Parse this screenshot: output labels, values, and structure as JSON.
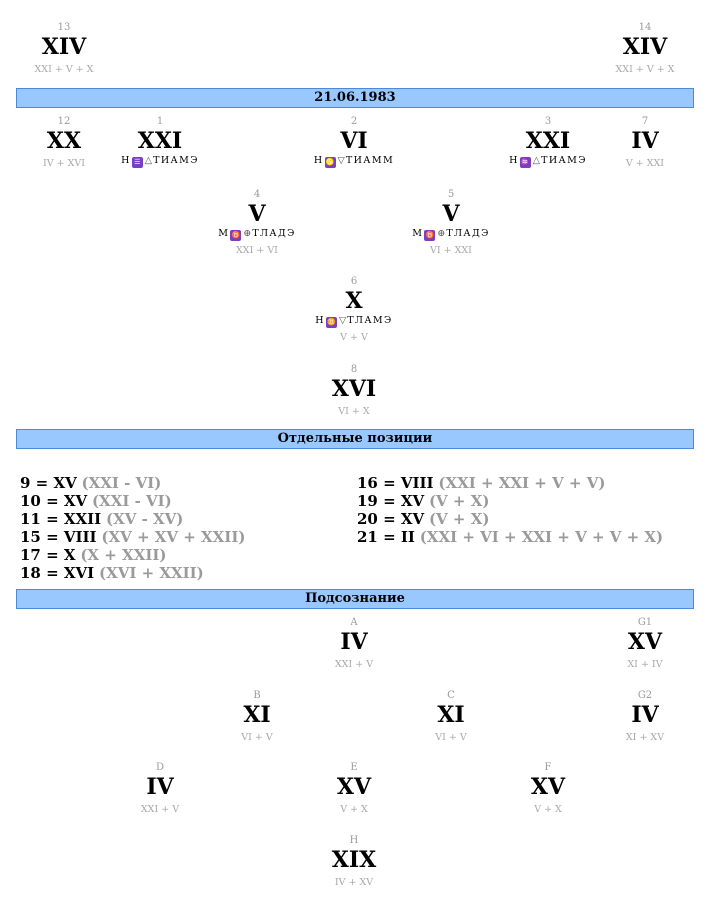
{
  "top": [
    {
      "id": "c13",
      "num": "13",
      "val": "XIV",
      "sub": "XXI + V + X"
    },
    {
      "id": "c14",
      "num": "14",
      "val": "XIV",
      "sub": "XXI + V + X"
    }
  ],
  "sections": {
    "date": "21.06.1983",
    "separate": "Отдельные позиции",
    "subconscious": "Подсознание"
  },
  "matrix": [
    {
      "id": "c12",
      "num": "12",
      "val": "XX",
      "sub": "IV + XVI"
    },
    {
      "id": "c1",
      "num": "1",
      "val": "XXI",
      "code": {
        "a": "Н",
        "g": "☰",
        "s": "△",
        "b": "ТИАМЭ"
      }
    },
    {
      "id": "c2",
      "num": "2",
      "val": "VI",
      "code": {
        "a": "Н",
        "g": "♋",
        "s": "▽",
        "b": "ТИАММ"
      }
    },
    {
      "id": "c3",
      "num": "3",
      "val": "XXI",
      "code": {
        "a": "Н",
        "g": "♒",
        "s": "△",
        "b": "ТИАМЭ"
      }
    },
    {
      "id": "c7",
      "num": "7",
      "val": "IV",
      "sub": "V + XXI"
    },
    {
      "id": "c4",
      "num": "4",
      "val": "V",
      "code": {
        "a": "М",
        "g": "♉",
        "s": "⊕",
        "b": "ТЛАДЭ"
      },
      "sub": "XXI + VI"
    },
    {
      "id": "c5",
      "num": "5",
      "val": "V",
      "code": {
        "a": "М",
        "g": "♉",
        "s": "⊕",
        "b": "ТЛАДЭ"
      },
      "sub": "VI + XXI"
    },
    {
      "id": "c6",
      "num": "6",
      "val": "X",
      "code": {
        "a": "Н",
        "g": "♊",
        "s": "▽",
        "b": "ТЛАМЭ"
      },
      "sub": "V + V"
    },
    {
      "id": "c8",
      "num": "8",
      "val": "XVI",
      "sub": "VI + X"
    }
  ],
  "positions_left": [
    {
      "label": "9 = XV",
      "expr": "(XXI - VI)"
    },
    {
      "label": "10 = XV",
      "expr": "(XXI - VI)"
    },
    {
      "label": "11 = XXII",
      "expr": "(XV - XV)"
    },
    {
      "label": "15 = VIII",
      "expr": "(XV + XV + XXII)"
    },
    {
      "label": "17 = X",
      "expr": "(X + XXII)"
    },
    {
      "label": "18 = XVI",
      "expr": "(XVI + XXII)"
    }
  ],
  "positions_right": [
    {
      "label": "16 = VIII",
      "expr": "(XXI + XXI + V + V)"
    },
    {
      "label": "19 = XV",
      "expr": "(V + X)"
    },
    {
      "label": "20 = XV",
      "expr": "(V + X)"
    },
    {
      "label": "21 = II",
      "expr": "(XXI + VI + XXI + V + V + X)"
    }
  ],
  "subconscious": [
    {
      "id": "cA",
      "num": "A",
      "val": "IV",
      "sub": "XXI + V"
    },
    {
      "id": "cG1",
      "num": "G1",
      "val": "XV",
      "sub": "XI + IV"
    },
    {
      "id": "cB",
      "num": "B",
      "val": "XI",
      "sub": "VI + V"
    },
    {
      "id": "cC",
      "num": "C",
      "val": "XI",
      "sub": "VI + V"
    },
    {
      "id": "cG2",
      "num": "G2",
      "val": "IV",
      "sub": "XI + XV"
    },
    {
      "id": "cD",
      "num": "D",
      "val": "IV",
      "sub": "XXI + V"
    },
    {
      "id": "cE",
      "num": "E",
      "val": "XV",
      "sub": "V + X"
    },
    {
      "id": "cF",
      "num": "F",
      "val": "XV",
      "sub": "V + X"
    },
    {
      "id": "cH",
      "num": "H",
      "val": "XIX",
      "sub": "IV + XV"
    }
  ]
}
